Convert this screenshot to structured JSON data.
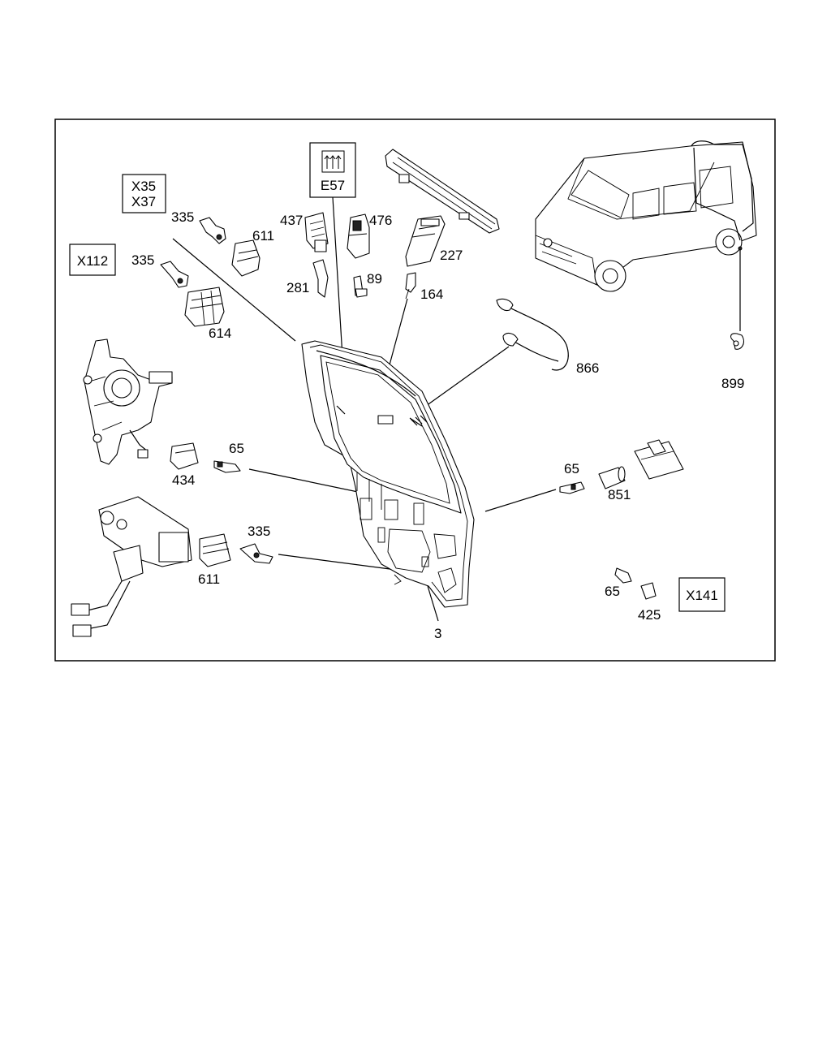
{
  "diagram": {
    "part_numbers": {
      "p335a": "335",
      "p611a": "611",
      "p437": "437",
      "p476": "476",
      "p227": "227",
      "p335b": "335",
      "p281": "281",
      "p89": "89",
      "p164": "164",
      "p614": "614",
      "p866": "866",
      "p899": "899",
      "p65a": "65",
      "p434": "434",
      "p65b": "65",
      "p851": "851",
      "p335c": "335",
      "p611b": "611",
      "p65c": "65",
      "p425": "425",
      "p3": "3"
    },
    "code_boxes": {
      "x35": "X35",
      "x37": "X37",
      "x112": "X112",
      "e57": "E57",
      "x141": "X141"
    }
  }
}
